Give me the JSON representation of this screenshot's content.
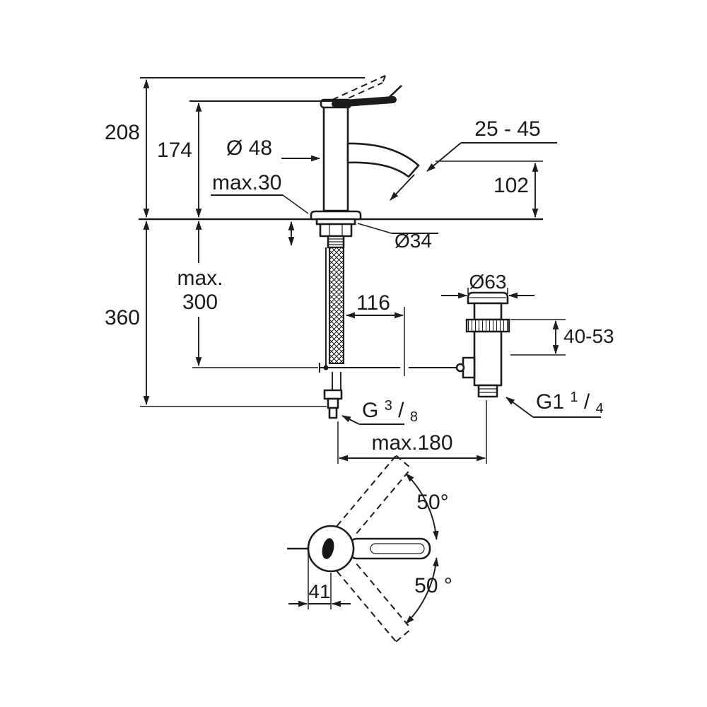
{
  "drawing": {
    "type": "technical-dimension-drawing",
    "subject": "single-lever basin mixer with pop-up waste set",
    "background": "#ffffff",
    "line_color": "#1c1c1c"
  },
  "labels": {
    "overall_height": "208",
    "height_to_body_top": "174",
    "body_diameter": "Ø 48",
    "aerator_range": "25 - 45",
    "spout_height": "102",
    "max_deck_thickness": "max.30",
    "hole_diameter": "Ø34",
    "max_hose_word": "max.",
    "max_hose_value": "300",
    "below_deck_height": "360",
    "rod_offset": "116",
    "waste_flange_diameter": "Ø63",
    "waste_adjust_range": "40-53",
    "supply_thread_prefix": "G",
    "supply_thread_numerator": "3",
    "supply_thread_denominator": "8",
    "fraction_slash": "/",
    "waste_thread_prefix": "G1",
    "waste_thread_numerator": "1",
    "waste_thread_denominator": "4",
    "max_reach": "max.180",
    "handle_swing_upper": "50°",
    "handle_swing_lower": "50 °",
    "handle_offset": "41"
  }
}
